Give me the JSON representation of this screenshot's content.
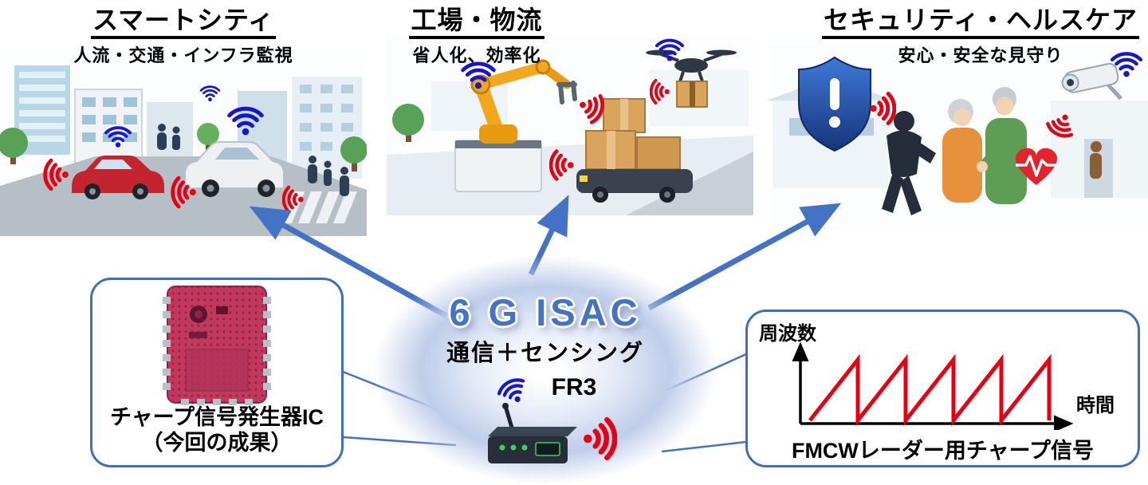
{
  "scenes": [
    {
      "id": "smart-city",
      "title": "スマートシティ",
      "subtitle": "人流・交通・インフラ監視"
    },
    {
      "id": "factory-logistics",
      "title": "工場・物流",
      "subtitle": "省人化、効率化"
    },
    {
      "id": "security-healthcare",
      "title": "セキュリティ・ヘルスケア",
      "subtitle": "安心・安全な見守り"
    }
  ],
  "center": {
    "title": "6 G ISAC",
    "subtitle": "通信＋センシング",
    "band": "FR3"
  },
  "chip_box": {
    "line1": "チャープ信号発生器IC",
    "line2": "（今回の成果）"
  },
  "chart_box": {
    "ylabel": "周波数",
    "xlabel": "時間",
    "caption": "FMCWレーダー用チャープ信号"
  },
  "chart_data": {
    "type": "line",
    "title": "FMCWレーダー用チャープ信号",
    "xlabel": "時間",
    "ylabel": "周波数",
    "axis_numeric_labels": false,
    "description": "Schematic FMCW chirp: frequency ramps linearly then resets instantly; 5 sawtooth ramps shown.",
    "series": [
      {
        "name": "チャープ信号",
        "x": [
          0,
          0.2,
          0.2,
          0.4,
          0.4,
          0.6,
          0.6,
          0.8,
          0.8,
          1.0,
          1.0
        ],
        "y": [
          0,
          1,
          0,
          1,
          0,
          1,
          0,
          1,
          0,
          1,
          0
        ]
      }
    ],
    "line_color": "#e60012"
  },
  "icons": {
    "wifi": "blue concentric communication arcs",
    "radar": "red concentric sensing arcs"
  },
  "colors": {
    "accent_blue": "#4472c4",
    "box_border_blue": "#3f6ec0",
    "wifi_blue": "#1616cf",
    "radar_red": "#e60012",
    "isac_text_blue": "#4472c4",
    "chip_pink": "#c13a5e"
  }
}
